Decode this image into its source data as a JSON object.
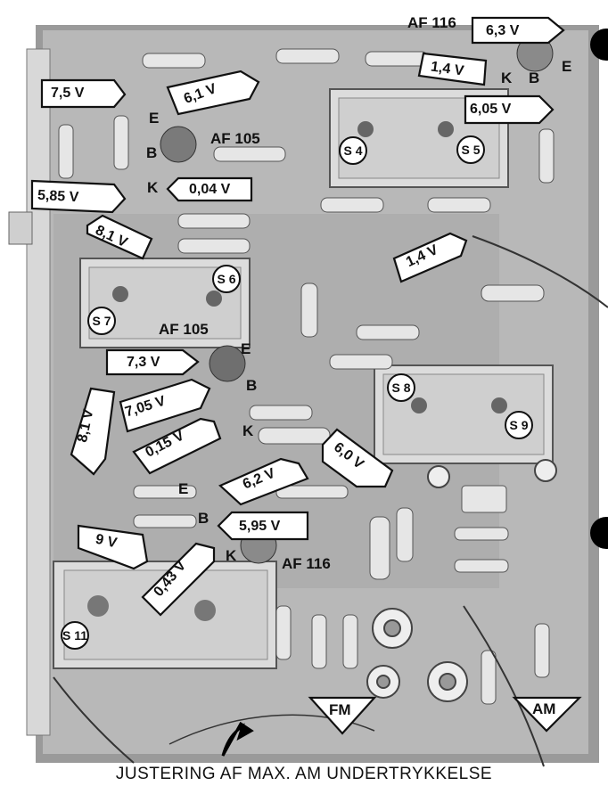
{
  "voltages": {
    "v_af116_top": "6,3 V",
    "v_1_4_top": "1,4 V",
    "v_6_05": "6,05 V",
    "v_7_5": "7,5 V",
    "v_6_1": "6,1 V",
    "v_0_04": "0,04 V",
    "v_5_85": "5,85 V",
    "v_8_1_upper": "8,1 V",
    "v_1_4_mid": "1,4 V",
    "v_7_3": "7,3 V",
    "v_8_1_left": "8,1 V",
    "v_7_05": "7,05 V",
    "v_0_15": "0,15 V",
    "v_6_0": "6,0 V",
    "v_6_2": "6,2 V",
    "v_5_95": "5,95 V",
    "v_9": "9 V",
    "v_0_43": "0,43 V"
  },
  "transistors": {
    "t1": "AF 116",
    "t2": "AF 105",
    "t3": "AF 105",
    "t4": "AF 116"
  },
  "pins": {
    "k1": "K",
    "b1": "B",
    "e1": "E",
    "e2": "E",
    "b2": "B",
    "k2": "K",
    "e3": "E",
    "b3": "B",
    "k3": "K",
    "e4": "E",
    "b4": "B",
    "k4": "K"
  },
  "coils": {
    "s4": "S 4",
    "s5": "S 5",
    "s6": "S 6",
    "s7": "S 7",
    "s8": "S 8",
    "s9": "S 9",
    "s11": "S 11"
  },
  "markers": {
    "fm": "FM",
    "am": "AM"
  },
  "caption": "JUSTERING AF MAX. AM UNDERTRYKKELSE"
}
